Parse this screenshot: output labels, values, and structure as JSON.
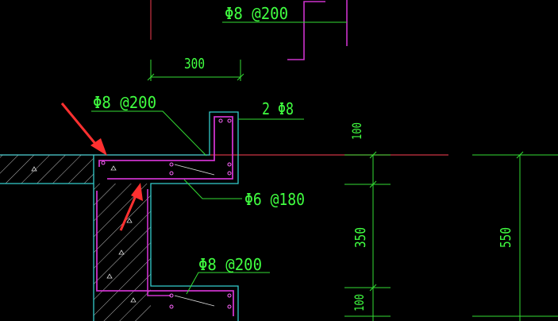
{
  "drawing": {
    "background": "#000000",
    "colors": {
      "dimension": "#33dd33",
      "concrete_outline": "#33cccc",
      "rebar": "#cc33cc",
      "axis_line": "#cc3344",
      "leader": "#33dd33",
      "annotation_text": "#40ff40",
      "arrow": "#ff3030",
      "hatch": "#d0d0d0"
    },
    "labels": {
      "top_rebar": "Φ8 @200",
      "beam_rebar": "Φ8 @200",
      "corner_bars": "2 Φ8",
      "distribution_bar": "Φ6 @180",
      "lower_rebar": "Φ8 @200"
    },
    "dimensions": {
      "width_300": "300",
      "height_100_top": "100",
      "height_350": "350",
      "height_100_bottom": "100",
      "height_550": "550"
    },
    "arrows": [
      {
        "name": "arrow-top-left",
        "points_to": "beam top rebar"
      },
      {
        "name": "arrow-lower",
        "points_to": "beam bottom rebar"
      }
    ]
  }
}
